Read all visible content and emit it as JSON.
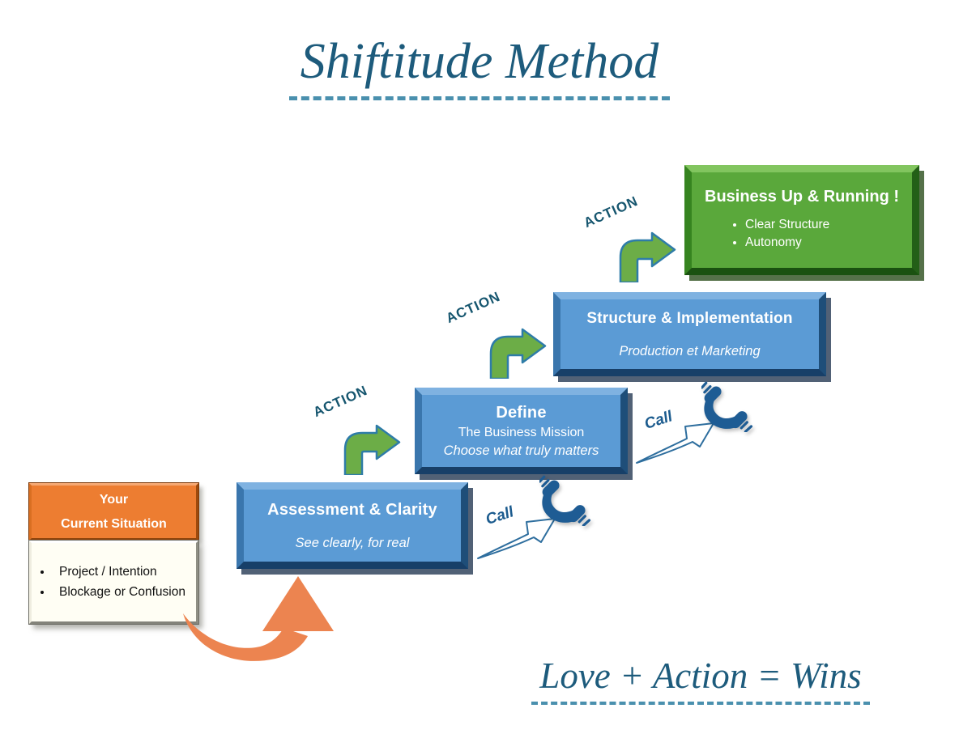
{
  "title": "Shiftitude Method",
  "slogan": "Love + Action = Wins",
  "labels": {
    "action": "ACTION",
    "call": "Call"
  },
  "current_situation": {
    "header_line1": "Your",
    "header_line2": "Current Situation",
    "bullets": [
      "Project / Intention",
      "Blockage or Confusion"
    ]
  },
  "steps": [
    {
      "title": "Assessment & Clarity",
      "tagline": "See clearly, for real"
    },
    {
      "title": "Define",
      "subtitle": "The Business Mission",
      "tagline": "Choose what truly matters"
    },
    {
      "title": "Structure & Implementation",
      "tagline": "Production et Marketing"
    }
  ],
  "result": {
    "title": "Business Up & Running !",
    "bullets": [
      "Clear Structure",
      "Autonomy"
    ]
  },
  "colors": {
    "box_blue": "#5B9BD5",
    "box_green": "#5AA83B",
    "box_orange": "#ED7D31",
    "headline_blue": "#1D5B7C",
    "arrow_green": "#6CAD47",
    "swoosh_orange": "#EC8450",
    "phone_blue": "#1E5C94"
  }
}
